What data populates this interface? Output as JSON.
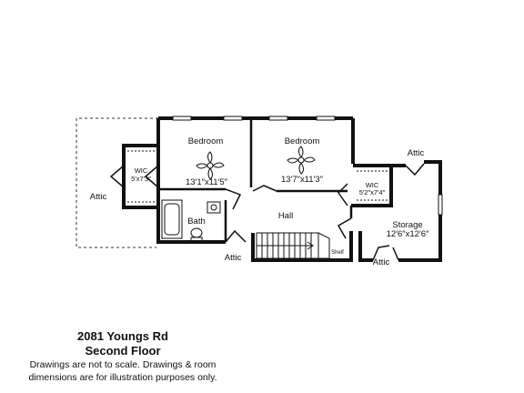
{
  "rooms": {
    "bedroom_left": {
      "label": "Bedroom",
      "dims": "13′1″x11′5″"
    },
    "bedroom_right": {
      "label": "Bedroom",
      "dims": "13′7″x11′3″"
    },
    "wic_left": {
      "label": "WIC",
      "dims": "5′x7′3″"
    },
    "wic_right": {
      "label": "WIC",
      "dims": "5′2″x7′4″"
    },
    "storage": {
      "label": "Storage",
      "dims": "12′6″x12′6″"
    },
    "bath": {
      "label": "Bath"
    },
    "hall": {
      "label": "Hall"
    },
    "shelf": {
      "label": "Shelf"
    },
    "attic_west": {
      "label": "Attic"
    },
    "attic_east": {
      "label": "Attic"
    },
    "attic_south": {
      "label": "Attic"
    },
    "attic_southeast": {
      "label": "Attic"
    }
  },
  "footer": {
    "address": "2081 Youngs Rd",
    "floor": "Second Floor",
    "disclaimer_line1": "Drawings are not to scale. Drawings & room",
    "disclaimer_line2": "dimensions are for illustration purposes only."
  },
  "colors": {
    "wall": "#111111",
    "background": "#ffffff"
  }
}
